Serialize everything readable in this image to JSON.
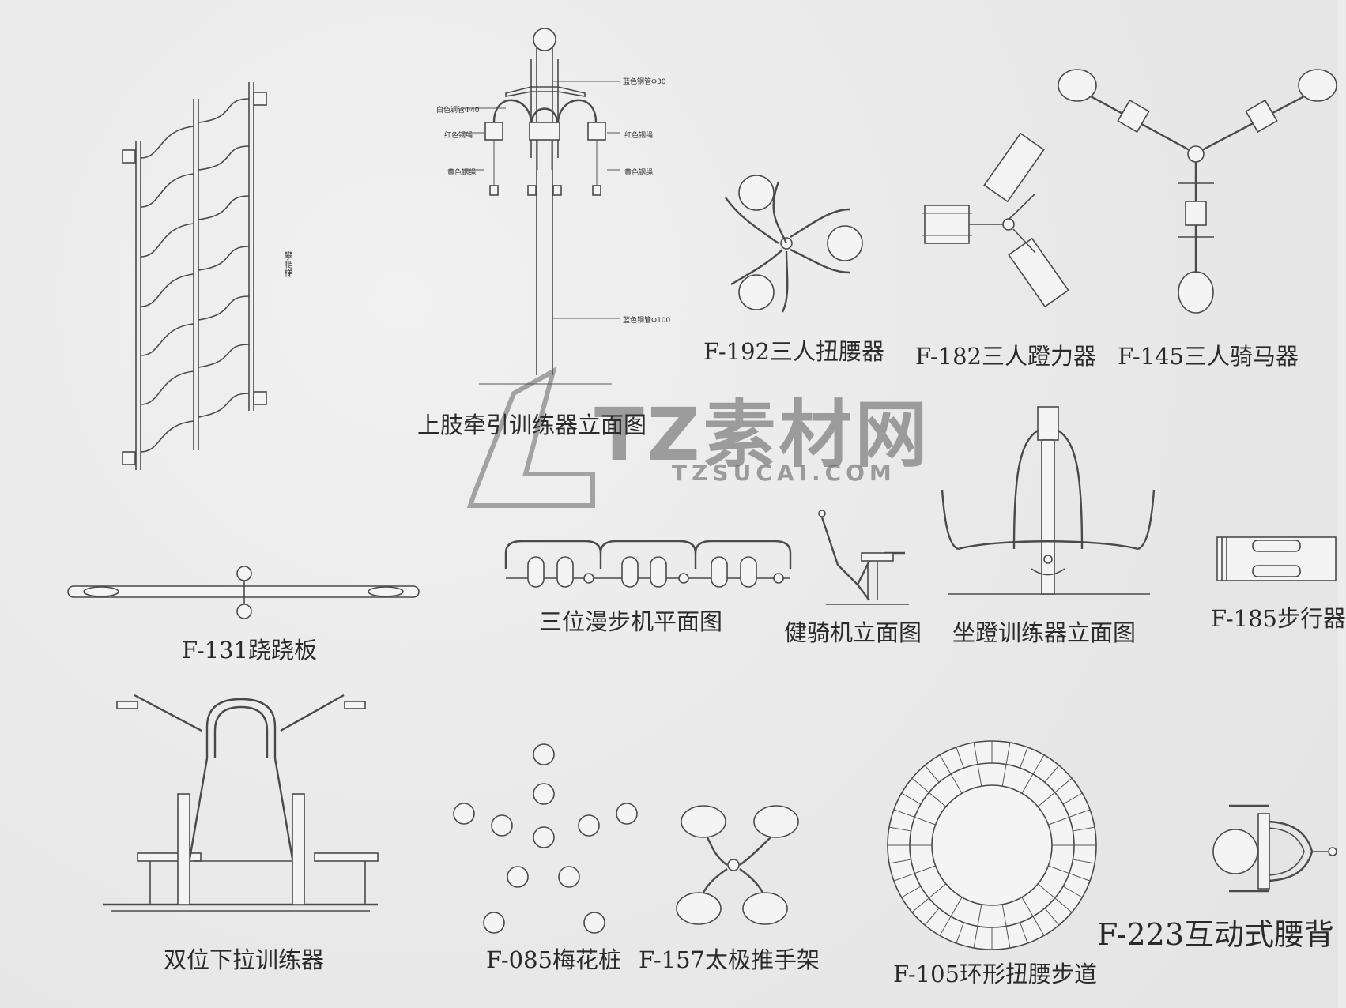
{
  "captions": {
    "upper_limb_traction": "上肢牵引训练器立面图",
    "f192": "F-192三人扭腰器",
    "f182": "F-182三人蹬力器",
    "f145": "F-145三人骑马器",
    "f131": "F-131跷跷板",
    "three_walker": "三位漫步机平面图",
    "riding_machine": "健骑机立面图",
    "seated_leg_press": "坐蹬训练器立面图",
    "f185": "F-185步行器",
    "double_pulldown": "双位下拉训练器",
    "f085": "F-085梅花桩",
    "f157": "F-157太极推手架",
    "f105": "F-105环形扭腰步道",
    "f223": "F-223互动式腰背"
  },
  "annotations": {
    "pipe_30": "蓝色钢管Φ30",
    "pipe_40": "白色钢管Φ40",
    "red_rope_left": "红色钢绳",
    "red_rope_right": "红色钢绳",
    "yellow_rope_left": "黄色钢绳",
    "yellow_rope_right": "黄色钢绳",
    "pipe_100": "蓝色钢管Φ100",
    "ladder_note": "攀爬梯"
  },
  "watermark": {
    "brand_cn": "TZ素材网",
    "brand_en": "TZSUCAI.COM"
  }
}
